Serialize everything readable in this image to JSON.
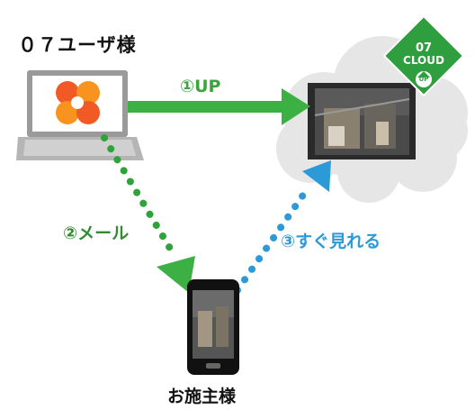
{
  "sender_label": "０７ユーザ様",
  "recipient_label": "お施主様",
  "steps": {
    "upload": "①UP",
    "mail": "②メール",
    "view": "③すぐ見れる"
  },
  "badge": {
    "logo_text": "07",
    "cloud_text": "CLOUD",
    "up_text": "UP"
  },
  "colors": {
    "green": "#3cb043",
    "dark_green": "#1e8c2a",
    "blue": "#2b9ad6",
    "badge_green": "#2f9e3f"
  }
}
